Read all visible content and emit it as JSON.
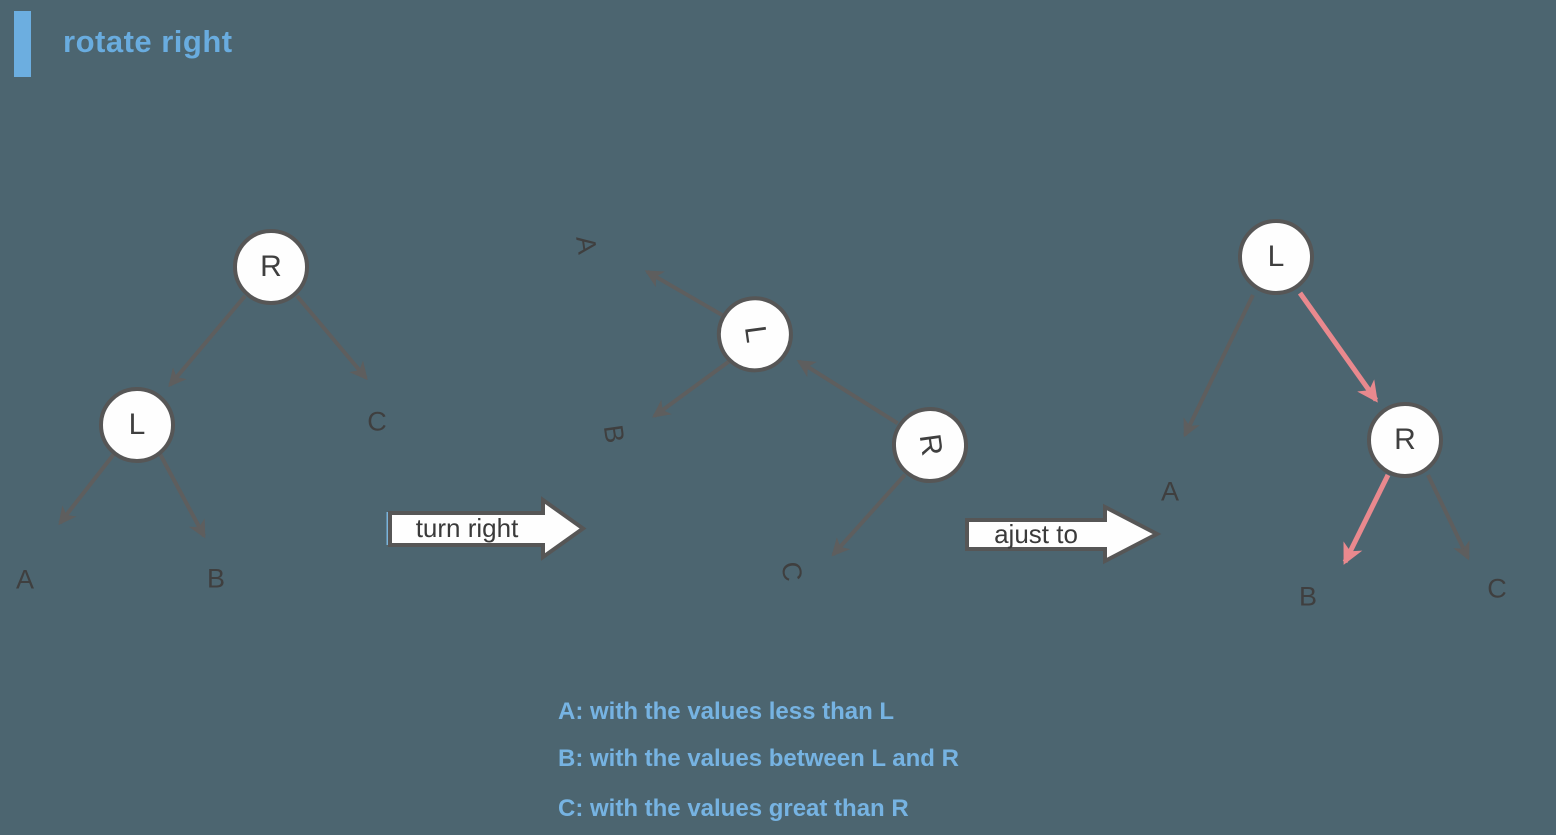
{
  "title": "rotate right",
  "banners": {
    "turn_right": "turn right",
    "adjust_to": "ajust to"
  },
  "tree_before": {
    "root": "R",
    "left_child": "L",
    "leaf_a": "A",
    "leaf_b": "B",
    "leaf_c": "C"
  },
  "tree_rotating": {
    "root": "R",
    "left_child": "L",
    "leaf_a": "A",
    "leaf_b": "B",
    "leaf_c": "C"
  },
  "tree_after": {
    "root": "L",
    "right_child": "R",
    "leaf_a": "A",
    "leaf_b": "B",
    "leaf_c": "C"
  },
  "legend": {
    "line_a": "A: with the values less than L",
    "line_b": "B: with the values between L and R",
    "line_c": "C: with the values great than R"
  },
  "colors": {
    "background": "#4C6570",
    "title_blue": "#69ACDF",
    "legend_blue": "#76B3E2",
    "node_border": "#565656",
    "arrow_gray": "#5E5E5E",
    "arrow_pink": "#E9898E",
    "text_dark": "#3F3F3F",
    "banner_fill": "#FEFEFE",
    "banner_tick_blue": "#7AB4DB"
  }
}
